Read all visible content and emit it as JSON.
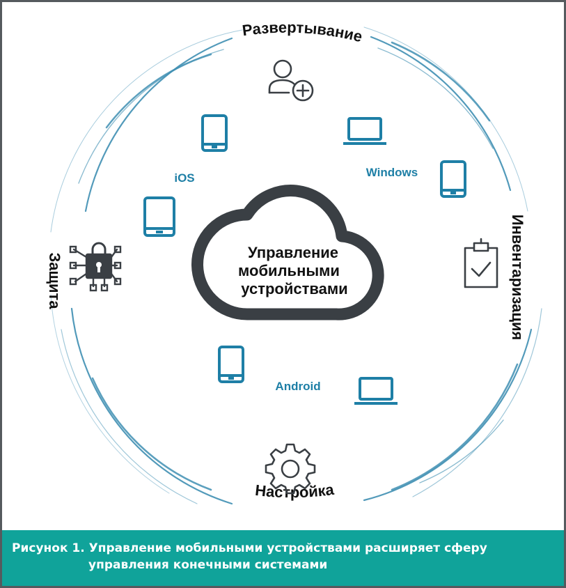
{
  "diagram": {
    "center_label": [
      "Управление",
      "мобильными",
      "устройствами"
    ],
    "stages": {
      "deploy": "Развертывание",
      "inventory": "Инвентаризация",
      "settings": "Настройка",
      "security": "Защита"
    },
    "platforms": {
      "ios": "iOS",
      "windows": "Windows",
      "android": "Android"
    },
    "icons": {
      "deploy": "add-user-icon",
      "inventory": "clipboard-check-icon",
      "settings": "gear-icon",
      "security": "padlock-network-icon",
      "phone": "smartphone-icon",
      "tablet": "tablet-icon",
      "laptop": "laptop-icon",
      "cloud": "cloud-icon"
    },
    "colors": {
      "accent": "#1e7fa6",
      "ring": "#3f8fb3",
      "outline": "#3a3f44",
      "text": "#111111"
    }
  },
  "caption": {
    "line1": "Рисунок 1. Управление мобильными устройствами расширяет сферу",
    "line2": "управления конечными системами",
    "background": "#10a39a"
  }
}
